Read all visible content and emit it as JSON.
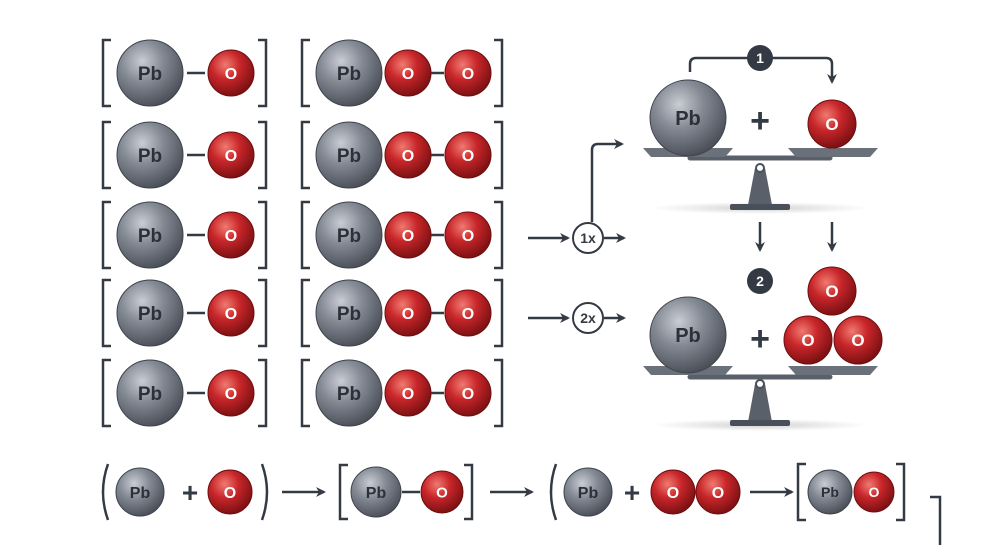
{
  "atoms": {
    "lead_symbol": "Pb",
    "oxygen_symbol": "O"
  },
  "columns": {
    "pbo": {
      "row_count": 5
    },
    "pbo2": {
      "row_count": 5
    }
  },
  "flow": {
    "labels": [
      "1x",
      "2x"
    ]
  },
  "balances": {
    "top": {
      "step": "1",
      "operator": "+",
      "oxygen_count": 1
    },
    "bottom": {
      "step": "2",
      "operator": "+",
      "oxygen_count": 3
    }
  },
  "equation": {
    "plus_1": "+",
    "plus_2": "+"
  },
  "colors": {
    "lead": "#7f8590",
    "oxygen": "#c42a2a",
    "ink": "#333a44",
    "badge": "#333a44"
  }
}
